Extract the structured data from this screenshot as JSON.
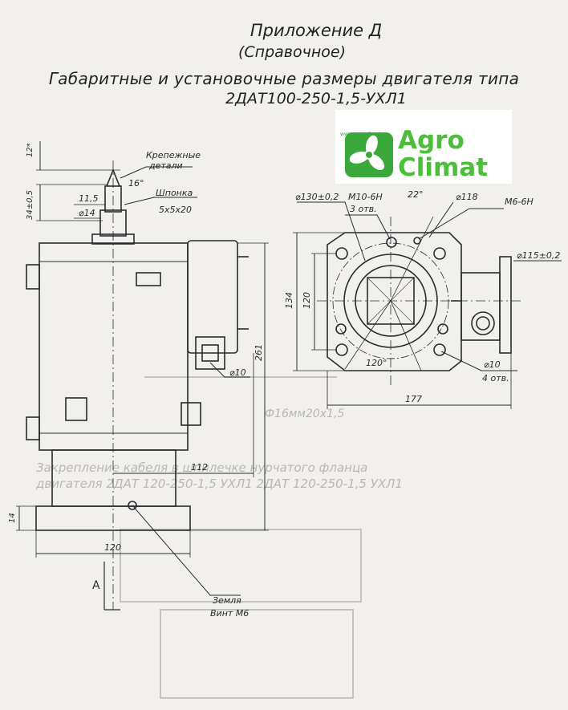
{
  "header": {
    "line1": "Приложение Д",
    "line2": "(Справочное)",
    "line3": "Габаритные и установочные размеры двигателя типа",
    "line4": "2ДАТ100-250-1,5-УХЛ1"
  },
  "logo": {
    "word1": "Agro",
    "word2": "Climat",
    "small_text": "www.agro-climat.ru",
    "brand_color": "#4bbf3a"
  },
  "left_view": {
    "dim_top": "12*",
    "dim_shaft_offset": "34±0,5",
    "dim_key_width": "11,5",
    "dim_shaft_dia": "⌀14",
    "label_fasteners_1": "Крепежные",
    "label_fasteners_2": "детали",
    "angle_16": "16°",
    "label_key": "Шпонка",
    "key_size": "5х5х20",
    "dim_height": "261",
    "dim_base": "14",
    "dim_hole": "⌀10",
    "dim_112": "112",
    "dim_width": "120",
    "view_letter": "А",
    "label_ground_1": "Земля",
    "label_ground_2": "Винт М6"
  },
  "right_view": {
    "dim_bolt_circle": "⌀130±0,2",
    "thread_m10": "М10-6Н",
    "holes_3": "3 отв.",
    "angle_22": "22°",
    "dim_118": "⌀118",
    "thread_m6": "М6-6Н",
    "dim_115": "⌀115±0,2",
    "dim_134": "134",
    "dim_120": "120",
    "angle_120": "120°",
    "dim_hole": "⌀10",
    "holes_4": "4 отв.",
    "dim_177": "177"
  },
  "faded_background": {
    "line_a": "Закрепление кабеля в шпилечке нурчатого фланца",
    "line_b": "двигателя 2ДАТ 120-250-1,5 УХЛ1 2ДАТ 120-250-1,5 УХЛ1",
    "line_c": "Ф16мм20х1,5"
  },
  "colors": {
    "ink": "#2a2a2e",
    "paper": "#f1f0ec",
    "faded": "#b9b8b3"
  }
}
